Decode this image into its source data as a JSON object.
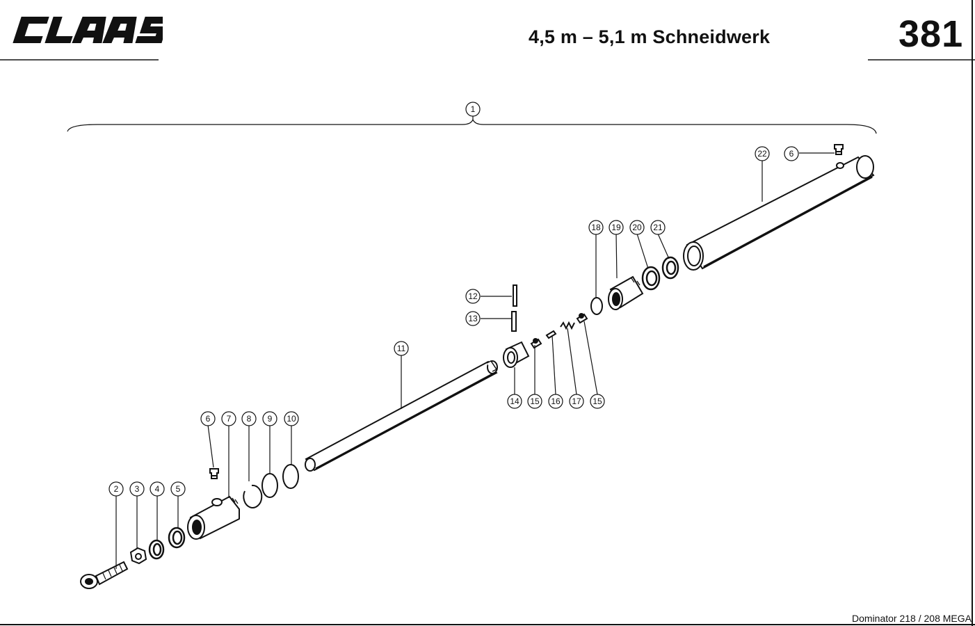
{
  "header": {
    "brand": "CLAAS",
    "title": "4,5 m – 5,1 m Schneidwerk",
    "page_number": "381"
  },
  "footer": {
    "model": "Dominator 218 / 208 MEGA"
  },
  "callouts": [
    "1",
    "2",
    "3",
    "4",
    "5",
    "6",
    "7",
    "8",
    "9",
    "10",
    "11",
    "12",
    "13",
    "14",
    "15",
    "16",
    "17",
    "18",
    "19",
    "20",
    "21",
    "22"
  ],
  "icons": {
    "logo": "claas-logo",
    "parts": [
      "eye-bolt",
      "hex-nut",
      "washer",
      "seal-ring",
      "threaded-head",
      "grease-nipple",
      "snap-ring",
      "o-ring",
      "piston-rod",
      "pin",
      "bushing",
      "valve-part",
      "spring",
      "piston",
      "cylinder-tube"
    ]
  }
}
